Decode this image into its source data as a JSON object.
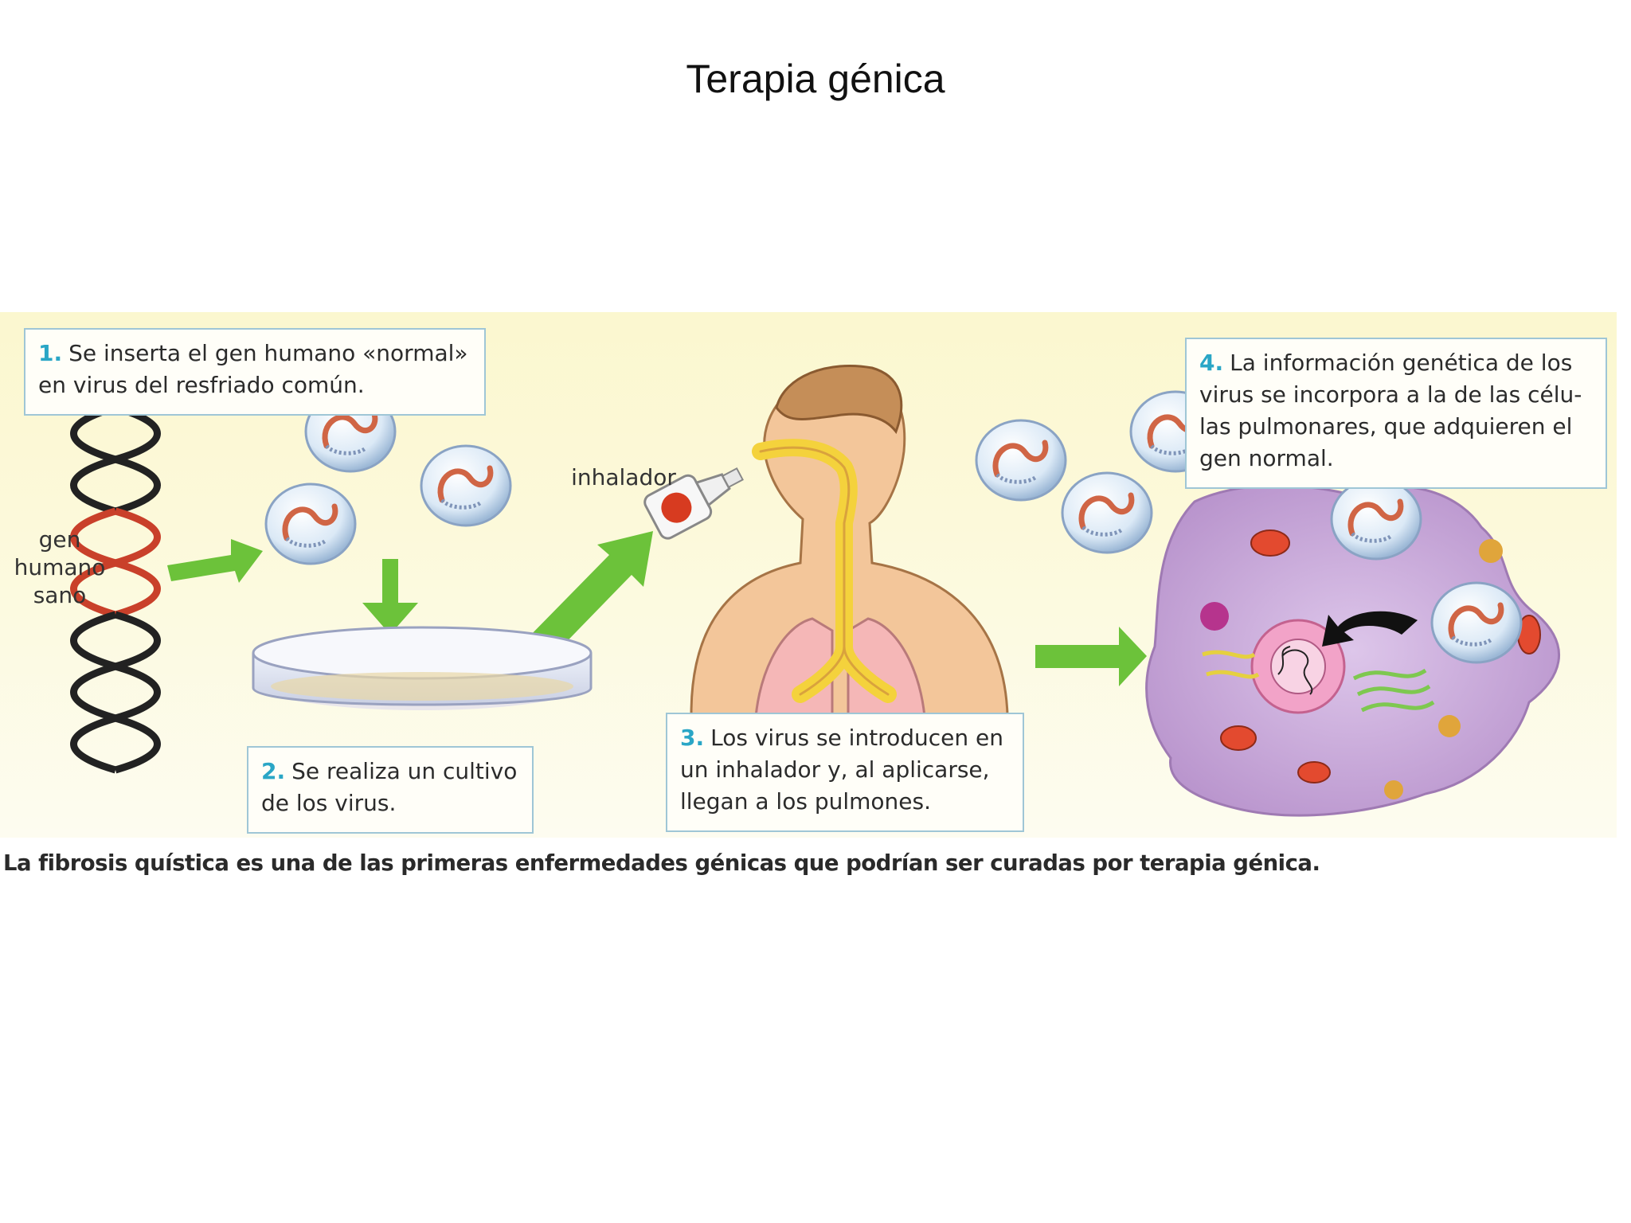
{
  "slide": {
    "title": "Terapia génica"
  },
  "figure": {
    "steps": [
      {
        "number": "1.",
        "lines": [
          "Se inserta el gen humano «normal»",
          "en virus del resfriado común."
        ]
      },
      {
        "number": "2.",
        "lines": [
          "Se realiza un cultivo",
          "de los virus."
        ]
      },
      {
        "number": "3.",
        "lines": [
          "Los virus se introducen en",
          "un inhalador y, al aplicarse,",
          "llegan a los pulmones."
        ]
      },
      {
        "number": "4.",
        "lines": [
          "La información genética de los",
          "virus se incorpora a la de las célu-",
          "las pulmonares, que adquieren el",
          "gen normal."
        ]
      }
    ],
    "labels": {
      "gene": [
        "gen",
        "humano",
        "sano"
      ],
      "inhaler": "inhalador"
    },
    "caption": "La fibrosis quística es una de las primeras enfermedades génicas que podrían ser curadas por terapia génica."
  },
  "colors": {
    "arrow_green": "#6cc23a",
    "step_number": "#2aa6c6",
    "box_border": "#9fc6d6",
    "dna_normal": "#c9402a",
    "dna_strand": "#222222",
    "cell": "#c8a8d8",
    "skin": "#f3c69a",
    "lung": "#f5b7b7",
    "airway": "#f4d23c"
  },
  "icons": [
    "dna-helix-icon",
    "virus-icon",
    "petri-dish-icon",
    "inhaler-icon",
    "human-torso-icon",
    "lung-icon",
    "cell-icon",
    "arrow-icon"
  ]
}
